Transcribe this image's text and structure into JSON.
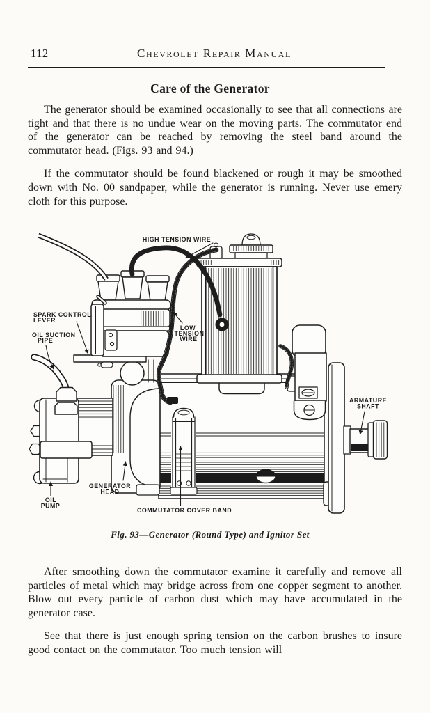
{
  "page": {
    "number": "112",
    "running_title": "Chevrolet Repair Manual",
    "heading": "Care of the Generator",
    "paragraphs": {
      "p1": "The generator should be examined occasionally to see that all connections are tight and that there is no undue wear on the moving parts. The commutator end of the generator can be reached by removing the steel band around the commutator head. (Figs. 93 and 94.)",
      "p2": "If the commutator should be found blackened or rough it may be smoothed down with No. 00 sandpaper, while the generator is running. Never use emery cloth for this purpose.",
      "p3": "After smoothing down the commutator examine it carefully and remove all particles of metal which may bridge across from one copper segment to another. Blow out every particle of carbon dust which may have accumulated in the generator case.",
      "p4": "See that there is just enough spring tension on the carbon brushes to insure good contact on the commutator. Too much tension will"
    },
    "figure": {
      "caption": "Fig. 93—Generator (Round Type) and Ignitor Set",
      "labels": {
        "high_tension_wire": "HIGH TENSION WIRE",
        "spark_control_line1": "SPARK CONTROL",
        "spark_control_line2": "LEVER",
        "oil_suction_line1": "OIL SUCTION",
        "oil_suction_line2": "PIPE",
        "low_tension_line1": "LOW",
        "low_tension_line2": "TENSION",
        "low_tension_line3": "WIRE",
        "armature_line1": "ARMATURE",
        "armature_line2": "SHAFT",
        "generator_head_line1": "GENERATOR",
        "generator_head_line2": "HEAD",
        "oil_pump_line1": "OIL",
        "oil_pump_line2": "PUMP",
        "commutator_cover_band": "COMMUTATOR COVER BAND"
      }
    },
    "colors": {
      "paper": "#fcfbf8",
      "ink": "#1b1b1b"
    }
  }
}
